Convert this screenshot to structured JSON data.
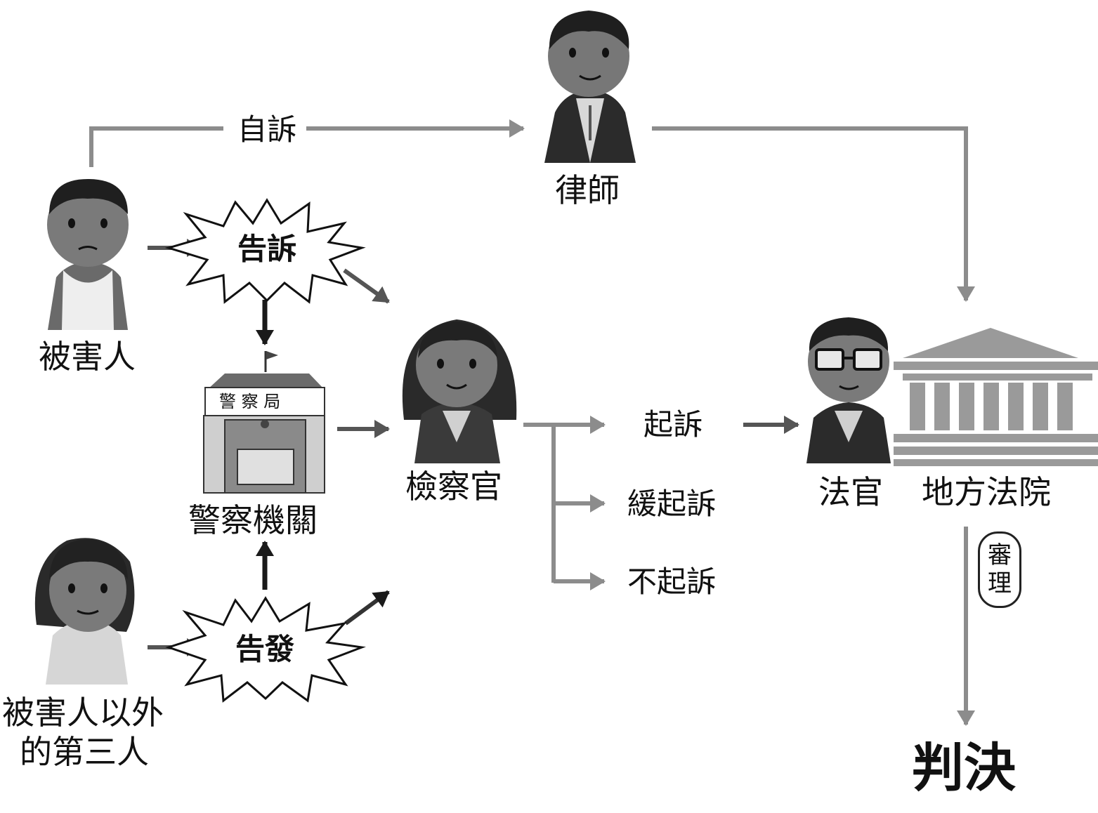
{
  "actors": {
    "victim": "被害人",
    "third_party_line1": "被害人以外",
    "third_party_line2": "的第三人",
    "lawyer": "律師",
    "police": "警察機關",
    "police_sign": "警 察 局",
    "prosecutor": "檢察官",
    "judge": "法官",
    "court": "地方法院"
  },
  "actions": {
    "private_prosecution": "自訴",
    "complaint": "告訴",
    "accusation": "告發",
    "indict": "起訴",
    "deferred": "緩起訴",
    "no_indict": "不起訴",
    "review_1": "審",
    "review_2": "理",
    "verdict": "判決"
  },
  "colors": {
    "flow_line": "#8c8c8c",
    "dark_arrow": "#1a1a1a",
    "figure_fill": "#5a5a5a",
    "court_fill": "#9a9a9a"
  }
}
